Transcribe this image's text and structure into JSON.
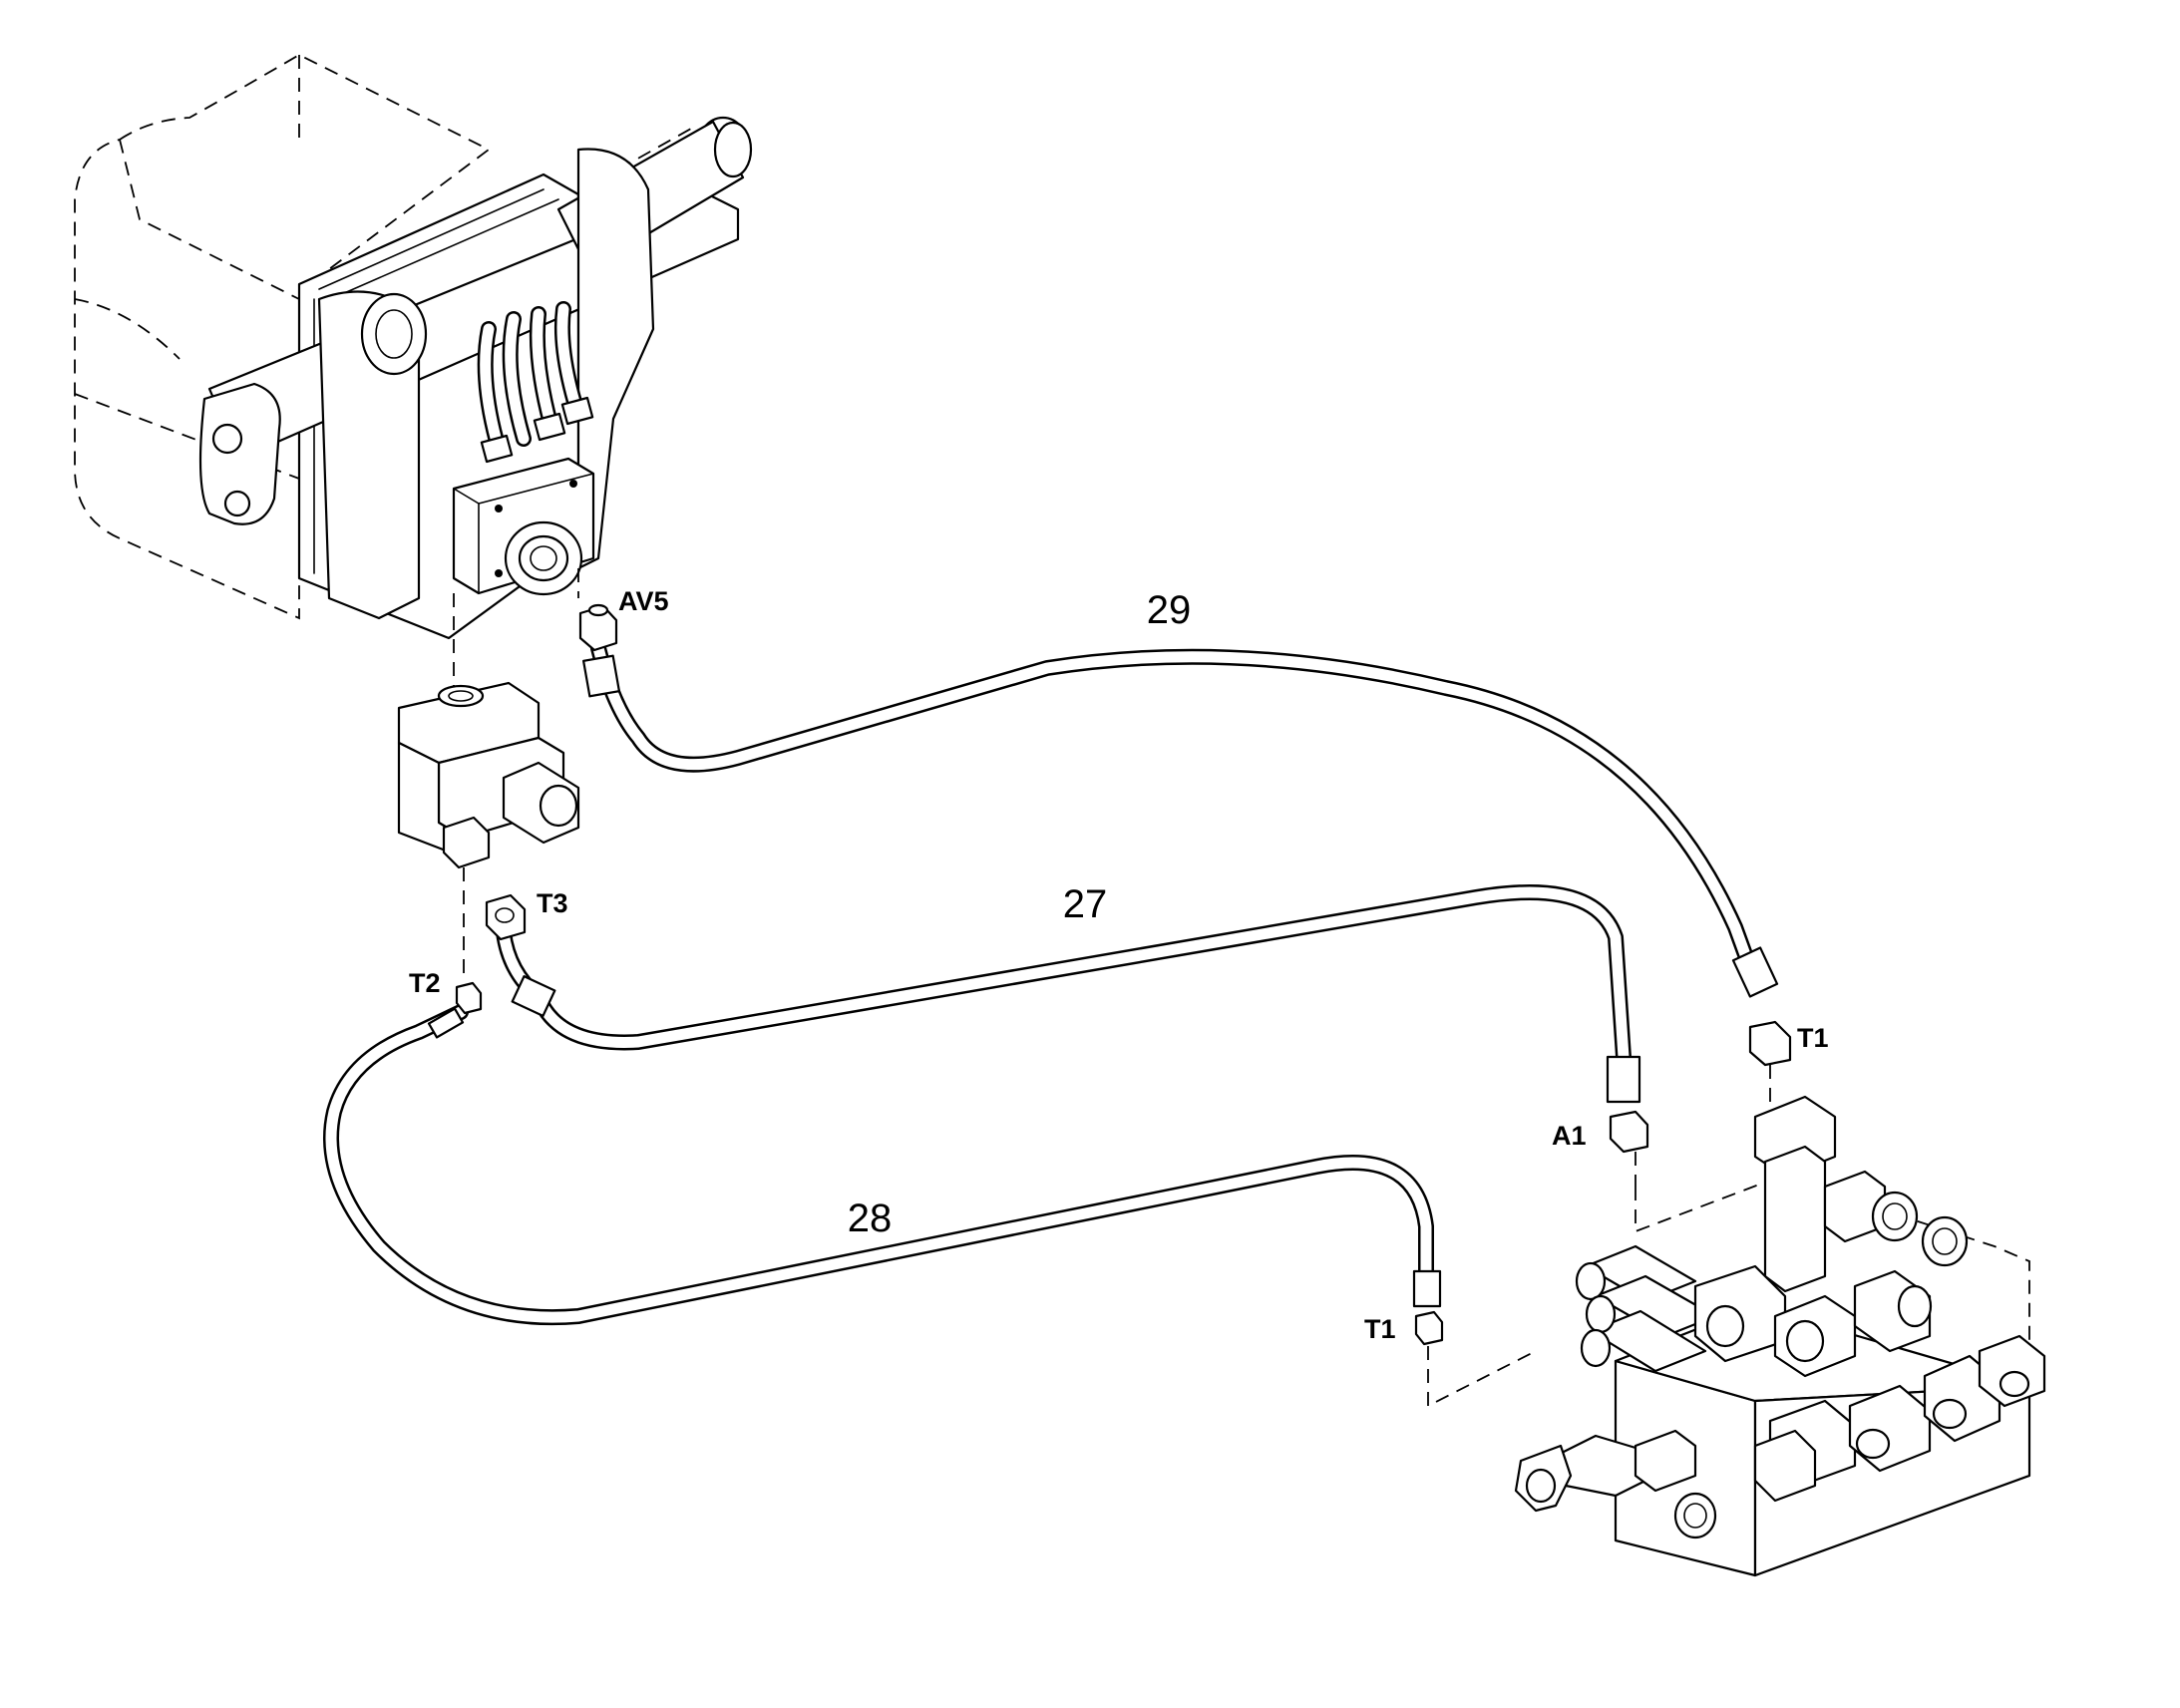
{
  "callouts": {
    "hose_29": "29",
    "hose_27": "27",
    "hose_28": "28"
  },
  "ports": {
    "av5": "AV5",
    "t3": "T3",
    "t2": "T2",
    "t1_top": "T1",
    "a1": "A1",
    "t1_bottom": "T1"
  }
}
